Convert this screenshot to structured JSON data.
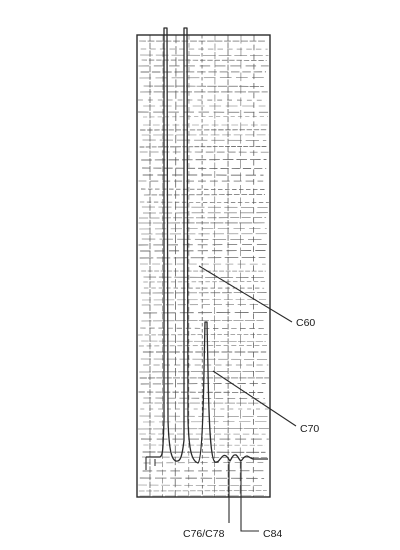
{
  "labels": {
    "c60": "C60",
    "c70": "C70",
    "c76_c78": "C76/C78",
    "c84": "C84"
  },
  "colors": {
    "ink": "#2a2a2a",
    "grid": "#4a4a4a",
    "paper": "#ffffff"
  }
}
